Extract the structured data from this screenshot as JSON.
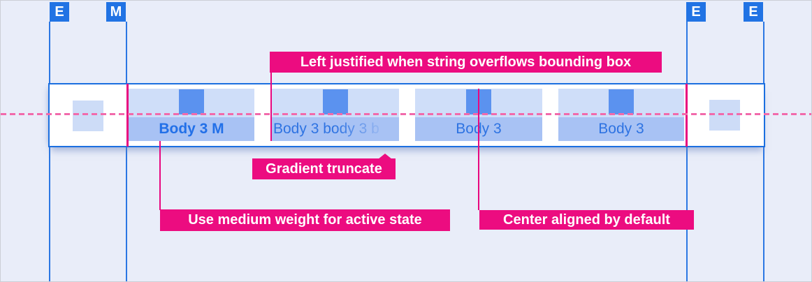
{
  "colors": {
    "background": "#e9edf9",
    "guide_blue": "#2b77e3",
    "chip_blue": "#2173e4",
    "bar_border_blue": "#1b6fe0",
    "tab_icon_blue": "#5b92ef",
    "tab_top_fill": "#cfdef9",
    "tab_label_fill": "#a8c2f4",
    "text_blue": "#2e73e2",
    "annotation_magenta": "#ec0c80",
    "dashed_pink": "#f26aab"
  },
  "margin_chips": [
    {
      "letter": "E"
    },
    {
      "letter": "M"
    },
    {
      "letter": "E"
    },
    {
      "letter": "E"
    }
  ],
  "annotations": {
    "overflow": "Left justified when string overflows bounding box",
    "truncate": "Gradient truncate",
    "active": "Use medium weight for active state",
    "center": "Center aligned by default"
  },
  "tabbar": {
    "tabs": [
      {
        "label": "Body 3 M",
        "state": "active",
        "alignment": "center"
      },
      {
        "label": "Body 3 body 3 b",
        "state": "gradient-truncated",
        "alignment": "left"
      },
      {
        "label": "Body 3",
        "state": "default",
        "alignment": "center"
      },
      {
        "label": "Body 3",
        "state": "default",
        "alignment": "center"
      }
    ]
  }
}
